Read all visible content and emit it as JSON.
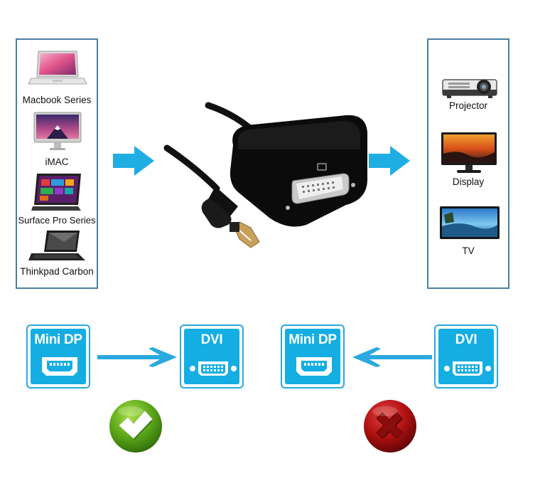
{
  "sources": {
    "items": [
      {
        "label": "Macbook Series"
      },
      {
        "label": "iMAC"
      },
      {
        "label": "Surface Pro Series"
      },
      {
        "label": "Thinkpad Carbon"
      }
    ]
  },
  "outputs": {
    "items": [
      {
        "label": "Projector"
      },
      {
        "label": "Display"
      },
      {
        "label": "TV"
      }
    ]
  },
  "compat": {
    "left": {
      "from": "Mini DP",
      "to": "DVI",
      "status": "supported",
      "status_icon": "green-check-icon"
    },
    "right": {
      "from": "DVI",
      "to": "Mini DP",
      "status": "not-supported",
      "status_icon": "red-x-icon"
    }
  },
  "colors": {
    "arrow": "#1faee3",
    "tile": "#14aee2",
    "panel_border": "#4a7fa0",
    "check": "#5aa618",
    "cross": "#b01010"
  }
}
